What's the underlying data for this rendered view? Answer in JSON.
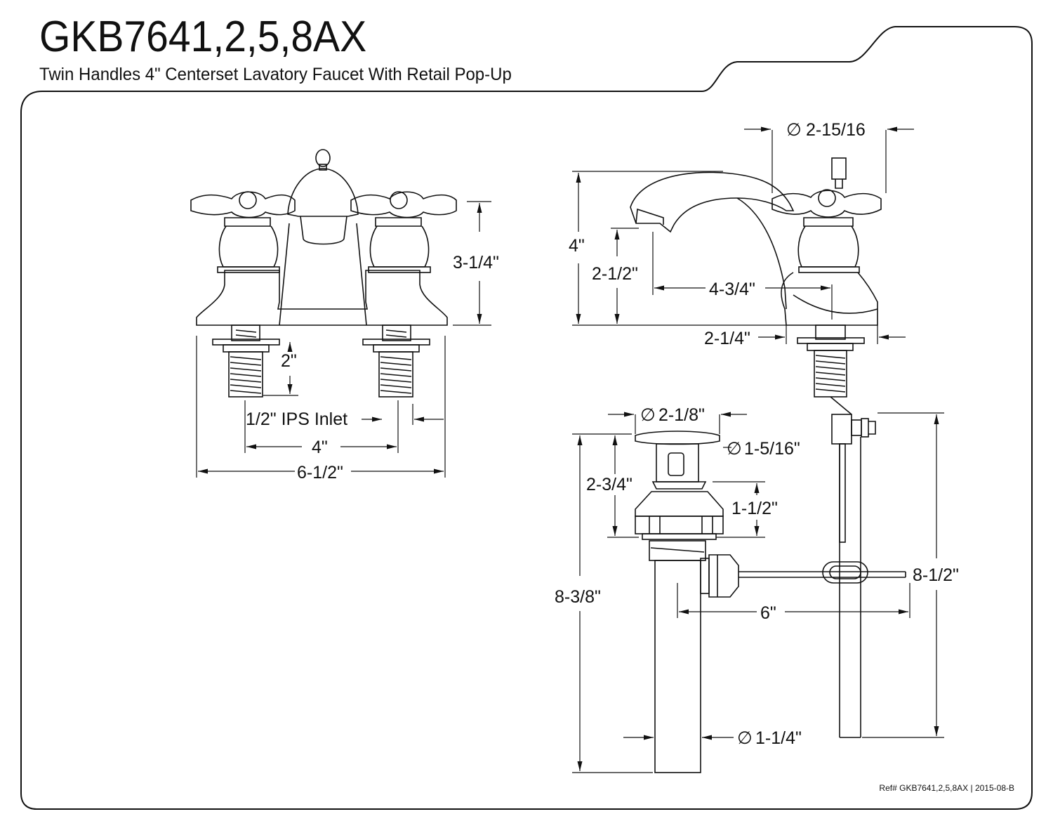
{
  "header": {
    "model": "GKB7641,2,5,8AX",
    "description": "Twin Handles 4\" Centerset Lavatory Faucet With Retail Pop-Up"
  },
  "footer": {
    "ref": "Ref# GKB7641,2,5,8AX | 2015-08-B"
  },
  "front_view": {
    "height": "3-1/4\"",
    "shank_length": "2\"",
    "inlet": "1/2\" IPS Inlet",
    "center": "4\"",
    "width": "6-1/2\""
  },
  "side_view": {
    "handle_diameter": "2-15/16",
    "height": "4\"",
    "spout_height": "2-1/2\"",
    "reach": "4-3/4\"",
    "base_depth": "2-1/4\""
  },
  "drain": {
    "flange_diameter": "2-1/8\"",
    "stopper_diameter": "1-5/16\"",
    "body_height": "2-3/4\"",
    "nut_height": "1-1/2\"",
    "total_height": "8-3/8\"",
    "rod_length": "6\"",
    "lift_rod_height": "8-1/2\"",
    "tailpiece_diameter": "1-1/4\""
  },
  "colors": {
    "line": "#111111",
    "background": "#ffffff"
  }
}
